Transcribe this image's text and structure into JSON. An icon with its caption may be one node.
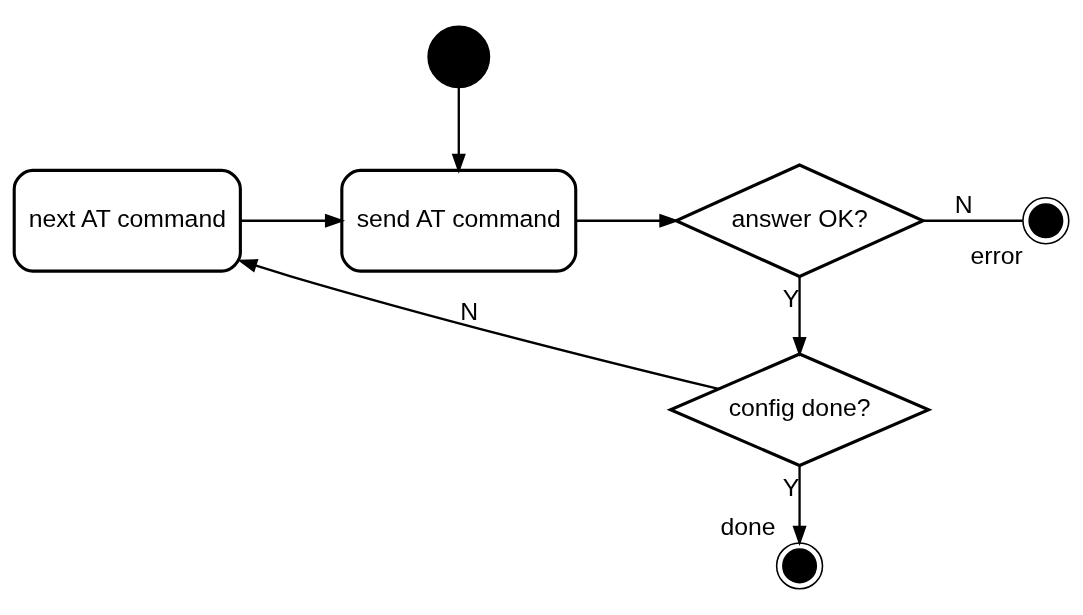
{
  "diagram": {
    "nodes": [
      {
        "text": [],
        "shape": "circle"
      },
      {
        "text": [
          "next AT command"
        ]
      },
      {
        "text": [
          "send AT command"
        ]
      },
      {
        "text": [
          "answer OK?"
        ]
      },
      {
        "text": [],
        "shape": "circle",
        "beside": [
          "error"
        ]
      },
      {
        "text": [
          "config done?"
        ]
      },
      {
        "text": [],
        "shape": "circle",
        "beside": [
          "done"
        ]
      }
    ],
    "edges": [
      {
        "from": 0,
        "to": 2,
        "arrow": "to"
      },
      {
        "from": 1,
        "to": 2,
        "arrow": "to"
      },
      {
        "from": 2,
        "to": 3,
        "arrow": "to"
      },
      {
        "from": 3,
        "to": 4,
        "arrow": "none",
        "label": "N"
      },
      {
        "from": 3,
        "to": 5,
        "arrow": "to",
        "label": "Y"
      },
      {
        "from": 5,
        "to": 1,
        "arrow": "to",
        "label": "N"
      },
      {
        "from": 5,
        "to": 6,
        "arrow": "to",
        "label": "Y"
      }
    ]
  }
}
